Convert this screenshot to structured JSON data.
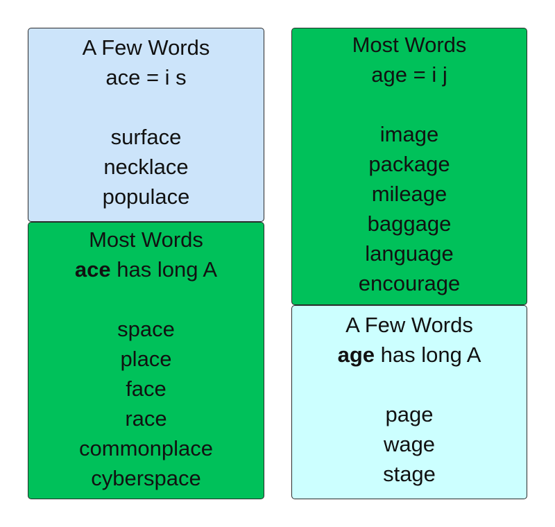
{
  "colors": {
    "light_blue": "#cce4fa",
    "green": "#00c15a",
    "light_cyan": "#ccffff",
    "border": "#2a2a2a"
  },
  "ace_few": {
    "heading": "A Few Words",
    "rule": "ace = i s",
    "words": [
      "surface",
      "necklace",
      "populace"
    ]
  },
  "ace_most": {
    "heading": "Most Words",
    "rule_bold": "ace",
    "rule_rest": " has long A",
    "words": [
      "space",
      "place",
      "face",
      "race",
      "commonplace",
      "cyberspace"
    ]
  },
  "age_most": {
    "heading": "Most Words",
    "rule": "age = i j",
    "words": [
      "image",
      "package",
      "mileage",
      "baggage",
      "language",
      "encourage"
    ]
  },
  "age_few": {
    "heading": "A Few Words",
    "rule_bold": "age",
    "rule_rest": " has long A",
    "words": [
      "page",
      "wage",
      "stage"
    ]
  }
}
